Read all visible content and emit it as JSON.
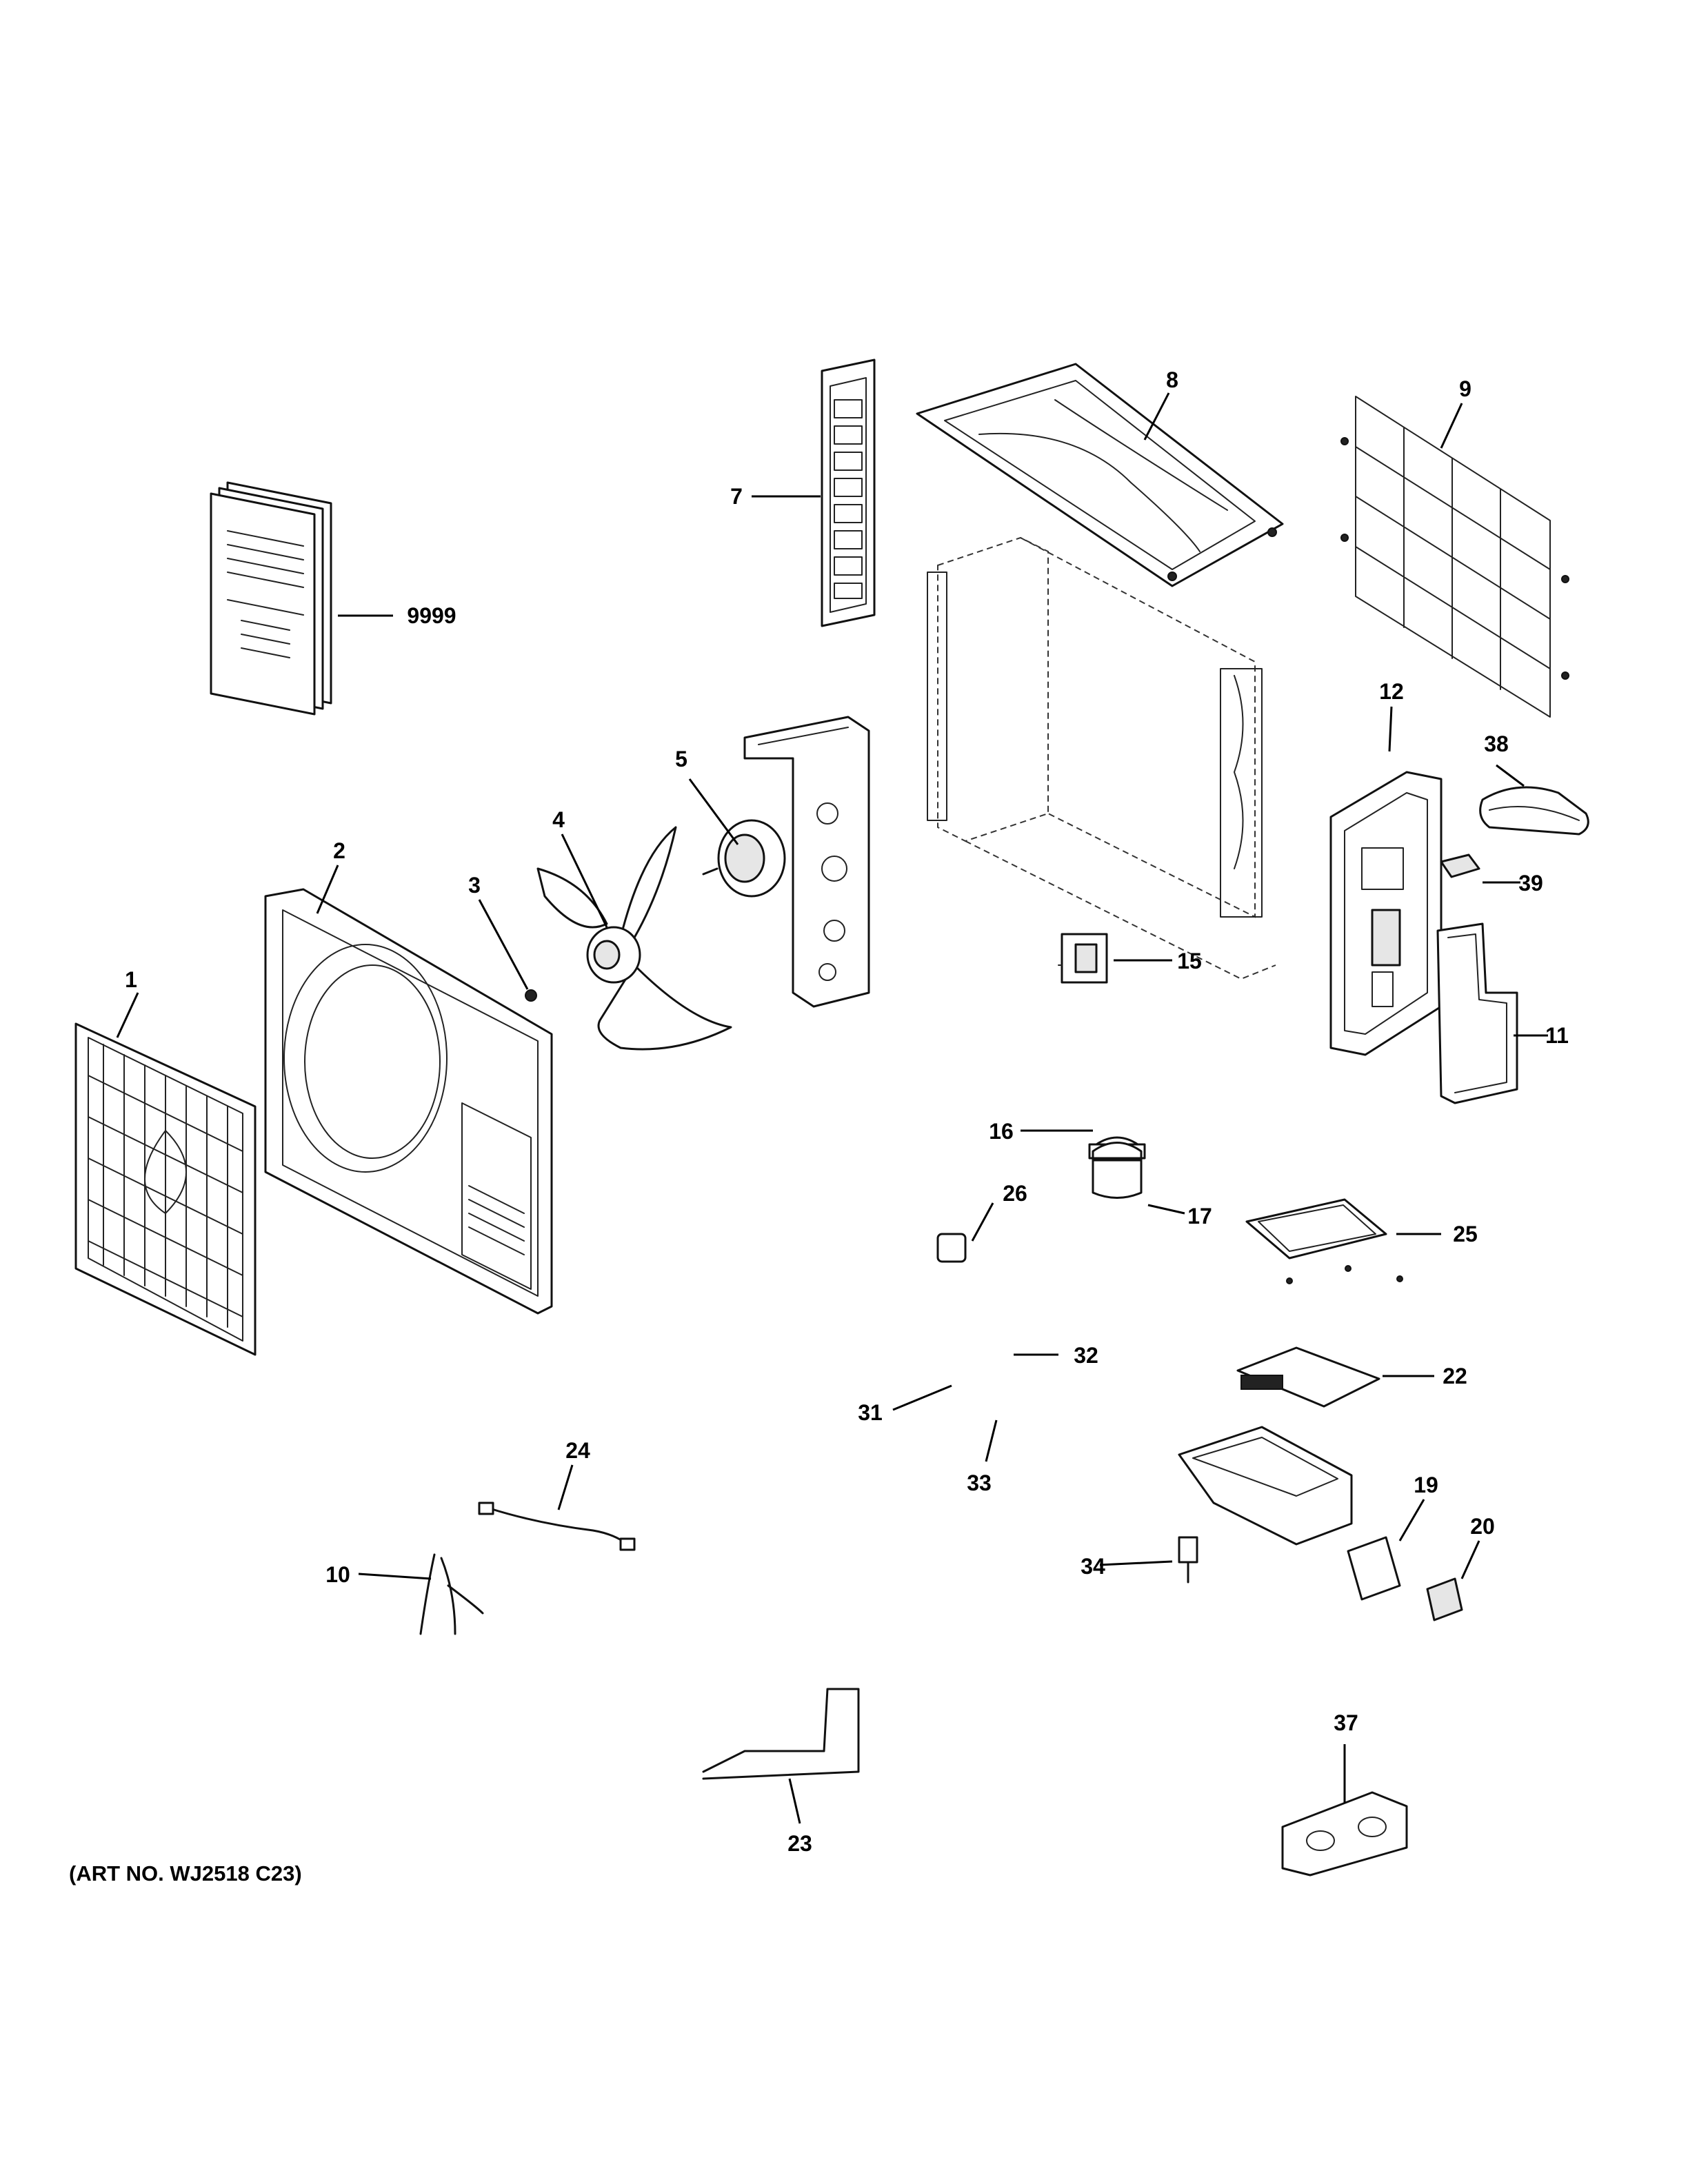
{
  "art_number": "(ART NO. WJ2518 C23)",
  "callouts": [
    {
      "id": "1",
      "label": "1"
    },
    {
      "id": "2",
      "label": "2"
    },
    {
      "id": "3",
      "label": "3"
    },
    {
      "id": "4",
      "label": "4"
    },
    {
      "id": "5",
      "label": "5"
    },
    {
      "id": "7",
      "label": "7"
    },
    {
      "id": "8",
      "label": "8"
    },
    {
      "id": "9",
      "label": "9"
    },
    {
      "id": "9999",
      "label": "9999"
    },
    {
      "id": "10",
      "label": "10"
    },
    {
      "id": "11",
      "label": "11"
    },
    {
      "id": "12",
      "label": "12"
    },
    {
      "id": "15",
      "label": "15"
    },
    {
      "id": "16",
      "label": "16"
    },
    {
      "id": "17",
      "label": "17"
    },
    {
      "id": "19",
      "label": "19"
    },
    {
      "id": "20",
      "label": "20"
    },
    {
      "id": "22",
      "label": "22"
    },
    {
      "id": "23",
      "label": "23"
    },
    {
      "id": "24",
      "label": "24"
    },
    {
      "id": "25",
      "label": "25"
    },
    {
      "id": "26",
      "label": "26"
    },
    {
      "id": "31",
      "label": "31"
    },
    {
      "id": "32",
      "label": "32"
    },
    {
      "id": "33",
      "label": "33"
    },
    {
      "id": "34",
      "label": "34"
    },
    {
      "id": "37",
      "label": "37"
    },
    {
      "id": "38",
      "label": "38"
    },
    {
      "id": "39",
      "label": "39"
    }
  ]
}
